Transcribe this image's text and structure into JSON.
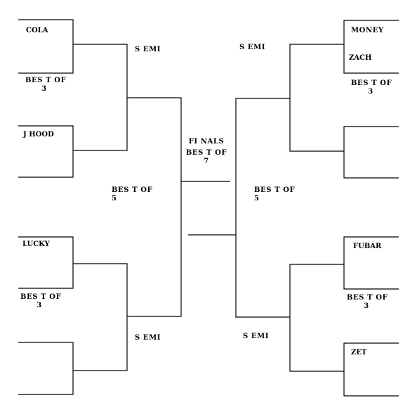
{
  "left": {
    "round1": [
      {
        "top_player": "COLA",
        "bottom_player": "J HOOD",
        "best_of": [
          "BES T OF",
          "3"
        ]
      },
      {
        "top_player": "LUCKY",
        "bottom_player": "",
        "best_of": [
          "BES T OF",
          "3"
        ]
      }
    ],
    "round2": {
      "best_of": [
        "BES T OF",
        "5"
      ]
    },
    "semi_labels": [
      "S EMI",
      "S EMI"
    ]
  },
  "right": {
    "round1": [
      {
        "top_player": "MONEY",
        "middle_player": "ZACH",
        "bottom_player": "",
        "best_of": [
          "BES T OF",
          "3"
        ]
      },
      {
        "top_player": "FUBAR",
        "bottom_player": "ZET",
        "best_of": [
          "BES T OF",
          "3"
        ]
      }
    ],
    "round2": {
      "best_of": [
        "BES T OF",
        "5"
      ]
    },
    "semi_labels": [
      "S EMI",
      "S EMI"
    ]
  },
  "finals": {
    "title": "FI NALS",
    "best_of": [
      "BES T OF",
      "7"
    ]
  },
  "colors": {
    "line": "#000000",
    "background": "#ffffff"
  }
}
